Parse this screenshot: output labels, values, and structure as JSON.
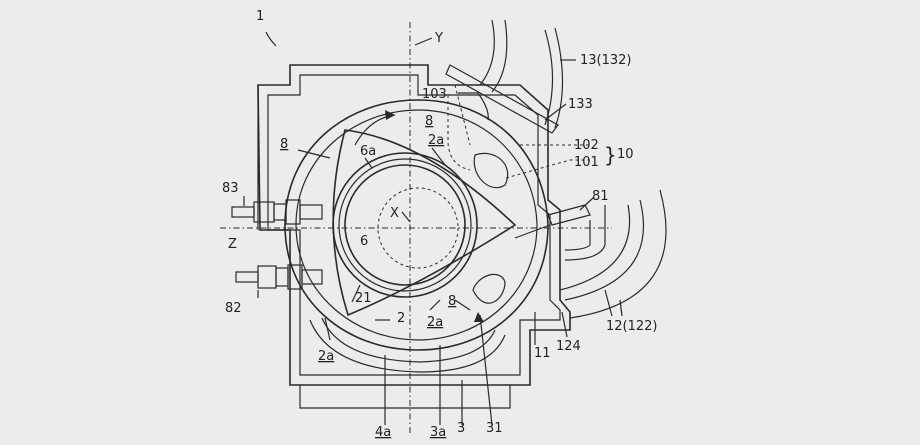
{
  "figure": {
    "colors": {
      "background": "#ececec",
      "line": "#2a2a2a",
      "text": "#222222"
    },
    "labels": {
      "fig_ref": "1",
      "axis_y": "Y",
      "axis_x": "X",
      "axis_z": "Z",
      "housing_top": "13(132)",
      "part_133": "133",
      "part_103": "103",
      "part_102": "102",
      "part_101": "101",
      "group_10": "10",
      "part_81": "81",
      "part_83": "83",
      "part_82": "82",
      "chamber_8_left": "8",
      "chamber_8_top": "8",
      "chamber_8_bottom": "8",
      "flank_2a_top": "2a",
      "flank_2a_left": "2a",
      "flank_2a_bottom": "2a",
      "gear_6a": "6a",
      "shaft_6": "6",
      "rotor_2": "2",
      "part_21": "21",
      "part_11": "11",
      "part_124": "124",
      "part_12": "12(122)",
      "part_4a": "4a",
      "part_3a": "3a",
      "part_3": "3",
      "part_31": "31"
    }
  }
}
